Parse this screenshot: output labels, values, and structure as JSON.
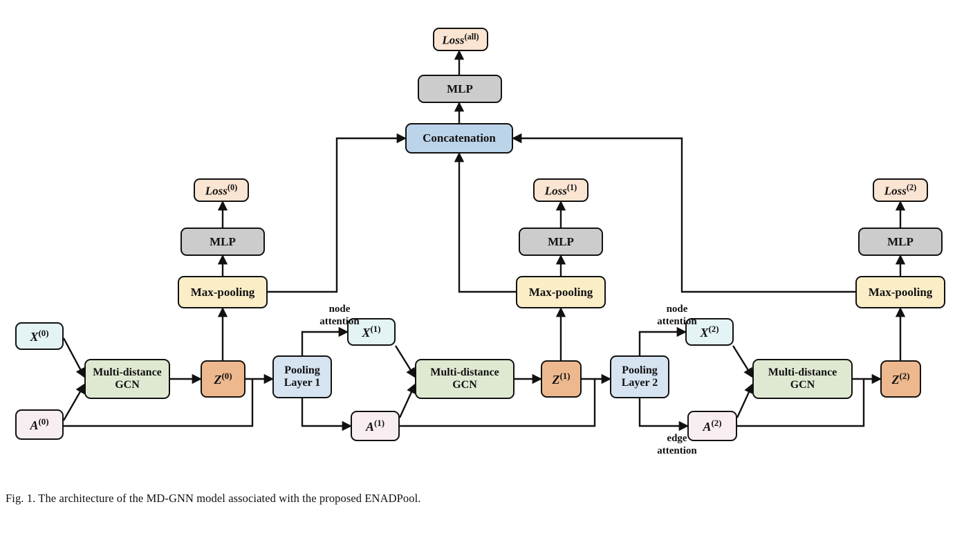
{
  "figure": {
    "caption": "Fig. 1. The architecture of the MD-GNN model associated with the proposed ENADPool.",
    "title": "The architecture of the MD-GNN model associated with the proposed ENADPool"
  },
  "colors": {
    "input_feature": "#e4f3f3",
    "adjacency": "#f8eef1",
    "gcn": "#dfe9d2",
    "embedding": "#eeb88e",
    "pooling": "#d6e3f1",
    "maxpool": "#fbeec7",
    "mlp": "#cccccc",
    "loss": "#fae4d2",
    "concat": "#bcd4ea",
    "stroke": "#111111"
  },
  "nodes": {
    "x0": {
      "base": "X",
      "sup": "(0)",
      "kind": "input-feature"
    },
    "a0": {
      "base": "A",
      "sup": "(0)",
      "kind": "adjacency"
    },
    "gcn0": {
      "label": "Multi-distance\nGCN",
      "kind": "gcn"
    },
    "z0": {
      "base": "Z",
      "sup": "(0)",
      "kind": "embedding"
    },
    "pool1": {
      "label": "Pooling\nLayer 1",
      "kind": "pooling"
    },
    "maxpool0": {
      "label": "Max-pooling",
      "kind": "maxpool"
    },
    "mlp0": {
      "label": "MLP",
      "kind": "mlp"
    },
    "loss0": {
      "base": "Loss",
      "sup": "(0)",
      "kind": "loss"
    },
    "x1": {
      "base": "X",
      "sup": "(1)",
      "kind": "input-feature"
    },
    "a1": {
      "base": "A",
      "sup": "(1)",
      "kind": "adjacency"
    },
    "gcn1": {
      "label": "Multi-distance\nGCN",
      "kind": "gcn"
    },
    "z1": {
      "base": "Z",
      "sup": "(1)",
      "kind": "embedding"
    },
    "pool2": {
      "label": "Pooling\nLayer 2",
      "kind": "pooling"
    },
    "maxpool1": {
      "label": "Max-pooling",
      "kind": "maxpool"
    },
    "mlp1": {
      "label": "MLP",
      "kind": "mlp"
    },
    "loss1": {
      "base": "Loss",
      "sup": "(1)",
      "kind": "loss"
    },
    "x2": {
      "base": "X",
      "sup": "(2)",
      "kind": "input-feature"
    },
    "a2": {
      "base": "A",
      "sup": "(2)",
      "kind": "adjacency"
    },
    "gcn2": {
      "label": "Multi-distance\nGCN",
      "kind": "gcn"
    },
    "z2": {
      "base": "Z",
      "sup": "(2)",
      "kind": "embedding"
    },
    "maxpool2": {
      "label": "Max-pooling",
      "kind": "maxpool"
    },
    "mlp2": {
      "label": "MLP",
      "kind": "mlp"
    },
    "loss2": {
      "base": "Loss",
      "sup": "(2)",
      "kind": "loss"
    },
    "concat": {
      "label": "Concatenation",
      "kind": "concat"
    },
    "mlp_all": {
      "label": "MLP",
      "kind": "mlp"
    },
    "loss_all": {
      "base": "Loss",
      "sup": "(all)",
      "kind": "loss"
    }
  },
  "edge_labels": {
    "node_attention_1": "node\nattention",
    "node_attention_2": "node\nattention",
    "edge_attention_2": "edge\nattention"
  }
}
